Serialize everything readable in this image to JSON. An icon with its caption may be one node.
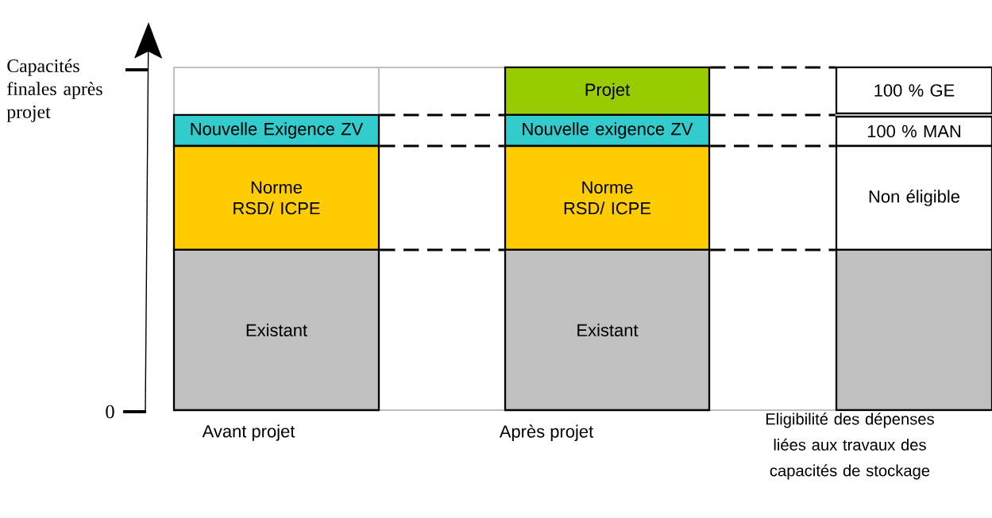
{
  "diagram": {
    "nodes": [
      {
        "text": [
          "Nouvelle Exigence ZV"
        ]
      },
      {
        "text": [
          "Norme",
          "RSD/ ICPE"
        ]
      },
      {
        "text": [
          "Existant"
        ]
      },
      {
        "text": [
          "Projet"
        ]
      },
      {
        "text": [
          "Nouvelle exigence ZV"
        ]
      },
      {
        "text": [
          "Norme",
          "RSD/ ICPE"
        ]
      },
      {
        "text": [
          "Existant"
        ]
      },
      {
        "text": [
          "100 % GE"
        ]
      },
      {
        "text": [
          "100 % MAN"
        ]
      },
      {
        "text": [
          "Non éligible"
        ]
      },
      {
        "text": [],
        "shape": "box"
      }
    ],
    "edges": [
      {
        "from": 0,
        "to": 4,
        "arrow": "none",
        "style": "dashed"
      },
      {
        "from": 0,
        "to": 4,
        "arrow": "none",
        "style": "dashed"
      },
      {
        "from": 1,
        "to": 5,
        "arrow": "none",
        "style": "dashed"
      },
      {
        "from": 3,
        "to": 7,
        "arrow": "none",
        "style": "dashed"
      },
      {
        "from": 4,
        "to": 7,
        "arrow": "none",
        "style": "dashed"
      },
      {
        "from": 4,
        "to": 8,
        "arrow": "none",
        "style": "dashed"
      },
      {
        "from": 5,
        "to": 9,
        "arrow": "none",
        "style": "dashed"
      }
    ],
    "labels": [
      "Capacités finales après projet",
      "0",
      "Avant projet",
      "Après projet",
      "Eligibilité des dépenses liées aux travaux des capacités de stockage"
    ]
  }
}
